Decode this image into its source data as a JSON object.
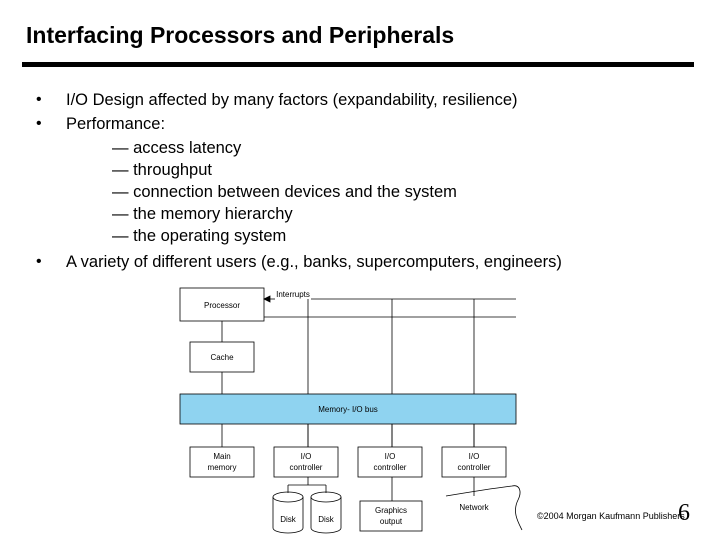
{
  "slide": {
    "title": "Interfacing Processors and Peripherals",
    "bullets": [
      {
        "marker": "•",
        "text": "I/O Design affected by many factors (expandability, resilience)"
      },
      {
        "marker": "•",
        "text": "Performance:"
      },
      {
        "marker": "•",
        "text": "A variety of different users (e.g., banks, supercomputers, engineers)"
      }
    ],
    "sub_items": [
      "— access latency",
      "— throughput",
      "— connection between devices and the system",
      "— the memory hierarchy",
      "— the operating system"
    ]
  },
  "diagram": {
    "processor": "Processor",
    "interrupts": "Interrupts",
    "cache": "Cache",
    "bus": "Memory- I/O bus",
    "main_memory": [
      "Main",
      "memory"
    ],
    "io_controller": [
      "I/O",
      "controller"
    ],
    "disk": "Disk",
    "graphics_output": [
      "Graphics",
      "output"
    ],
    "network": "Network",
    "bus_color": "#8fd3f0"
  },
  "footer": {
    "copyright": "©2004 Morgan Kaufmann Publishers",
    "page_number": "6"
  }
}
